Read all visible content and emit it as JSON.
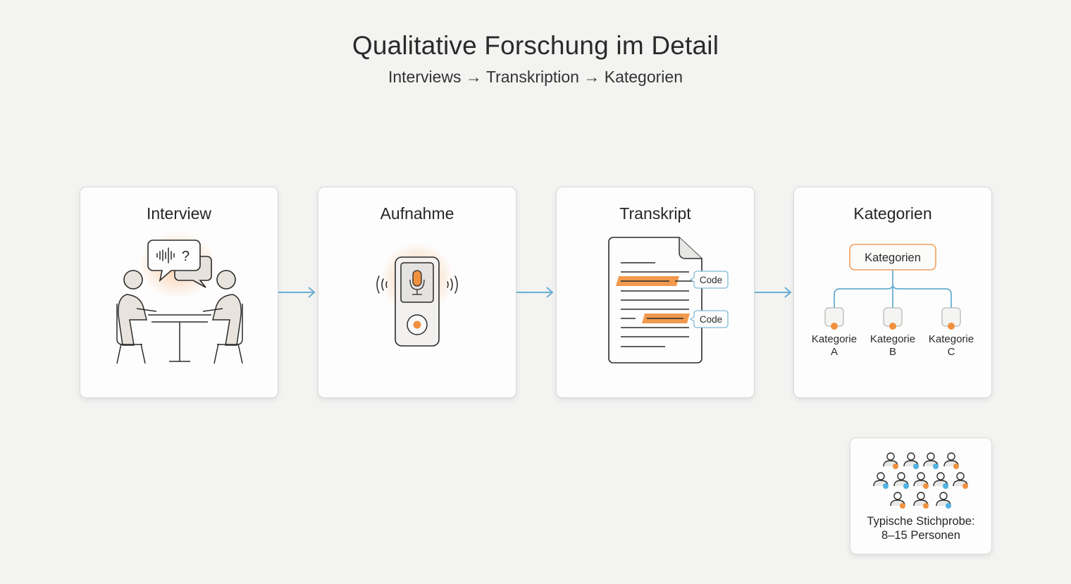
{
  "header": {
    "title": "Qualitative Forschung im Detail",
    "subtitle": "Interviews → Transkription → Kategorien"
  },
  "steps": [
    {
      "title": "Interview",
      "icon": "interview-icon"
    },
    {
      "title": "Aufnahme",
      "icon": "recorder-icon"
    },
    {
      "title": "Transkript",
      "icon": "transcript-document-icon",
      "code_labels": [
        "Code",
        "Code"
      ]
    },
    {
      "title": "Kategorien",
      "icon": "category-tree-icon",
      "root_label": "Kategorien",
      "children": [
        {
          "line1": "Kategorie",
          "line2": "A"
        },
        {
          "line1": "Kategorie",
          "line2": "B"
        },
        {
          "line1": "Kategorie",
          "line2": "C"
        }
      ]
    }
  ],
  "sample": {
    "icon": "people-group-icon",
    "line1": "Typische Stichprobe:",
    "line2": "8–15 Personen",
    "person_count": 12
  },
  "colors": {
    "accent_orange": "#f0913f",
    "accent_blue": "#6bb0d4",
    "arrow_blue": "#6aaed1",
    "line": "#2b2b2b",
    "figure_fill": "#e8e3dc"
  }
}
